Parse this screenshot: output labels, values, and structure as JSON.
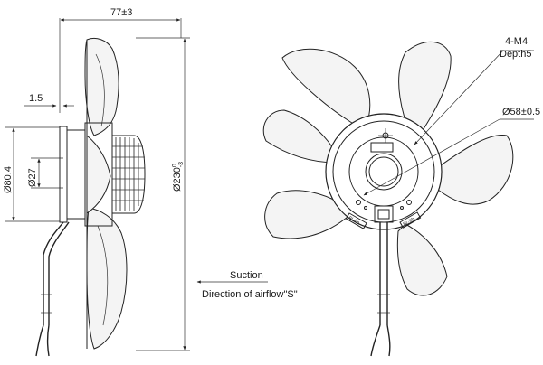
{
  "side_view": {
    "depth_label": "77±3",
    "flange_label": "1.5",
    "bore_label": "Ø80.4",
    "shaft_label": "Ø27",
    "outer_label_main": "Ø230",
    "outer_label_sup": "0",
    "outer_label_sub": "-3"
  },
  "airflow": {
    "suction_label": "Suction",
    "direction_label": "Direction of airflow\"S\""
  },
  "front_view": {
    "thread_label": "4-M4",
    "depth_label": "Depth5",
    "bolt_circle_label": "Ø58±0.5",
    "hub_tag_1": "Bl.-bn.",
    "hub_tag_2": "Br.-bb."
  }
}
